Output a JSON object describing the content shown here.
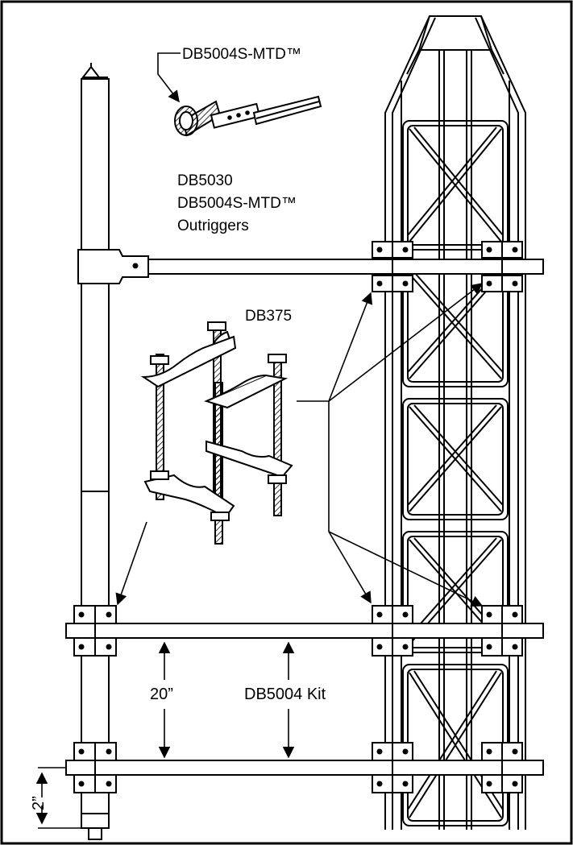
{
  "labels": {
    "outrigger_part": "DB5004S-MTD™",
    "parts_line1": "DB5030",
    "parts_line2": "DB5004S-MTD™",
    "parts_line3": "Outriggers",
    "clamp_part": "DB375",
    "spacing_label": "20”",
    "kit_label": "DB5004 Kit",
    "offset_label": "2”"
  },
  "colors": {
    "ink": "#000000",
    "paper": "#ffffff",
    "shade": "#cccccc"
  }
}
